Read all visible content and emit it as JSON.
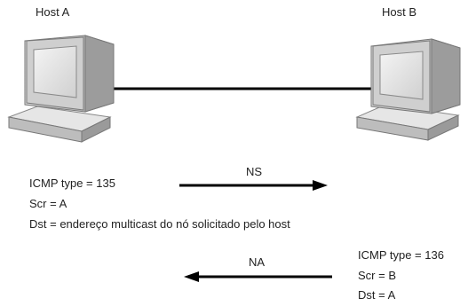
{
  "hosts": {
    "a": {
      "label": "Host A"
    },
    "b": {
      "label": "Host B"
    }
  },
  "ns_message": {
    "arrow_label": "NS",
    "lines": [
      "ICMP type = 135",
      "Scr = A",
      "Dst = endereço multicast do nó solicitado pelo host"
    ]
  },
  "na_message": {
    "arrow_label": "NA",
    "lines": [
      "ICMP type = 136",
      "Scr = B",
      "Dst = A"
    ]
  }
}
